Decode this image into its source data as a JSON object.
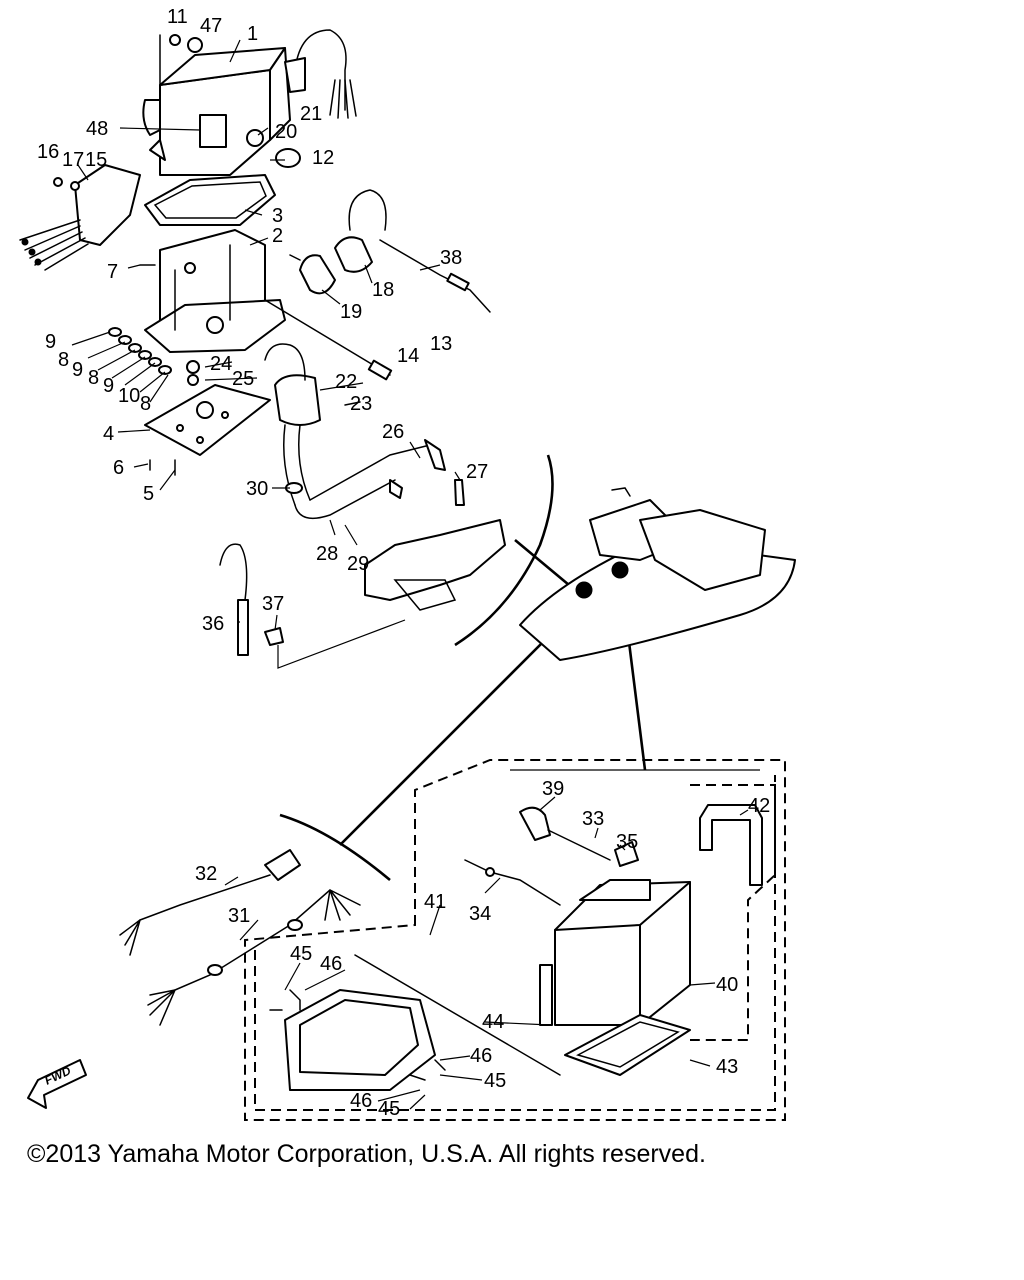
{
  "diagram": {
    "callouts": [
      "11",
      "47",
      "1",
      "48",
      "20",
      "21",
      "12",
      "16",
      "17",
      "15",
      "3",
      "2",
      "7",
      "38",
      "18",
      "19",
      "9",
      "8",
      "9",
      "8",
      "9",
      "10",
      "8",
      "24",
      "25",
      "14",
      "13",
      "22",
      "23",
      "4",
      "26",
      "6",
      "27",
      "5",
      "30",
      "28",
      "29",
      "36",
      "37",
      "39",
      "42",
      "33",
      "35",
      "32",
      "34",
      "41",
      "31",
      "45",
      "46",
      "40",
      "44",
      "46",
      "43",
      "45",
      "46",
      "45"
    ],
    "orientation_label": "FWD"
  },
  "footer": {
    "copyright": "©2013 Yamaha Motor Corporation, U.S.A. All rights reserved."
  },
  "colors": {
    "ink": "#000000",
    "paper": "#ffffff"
  }
}
